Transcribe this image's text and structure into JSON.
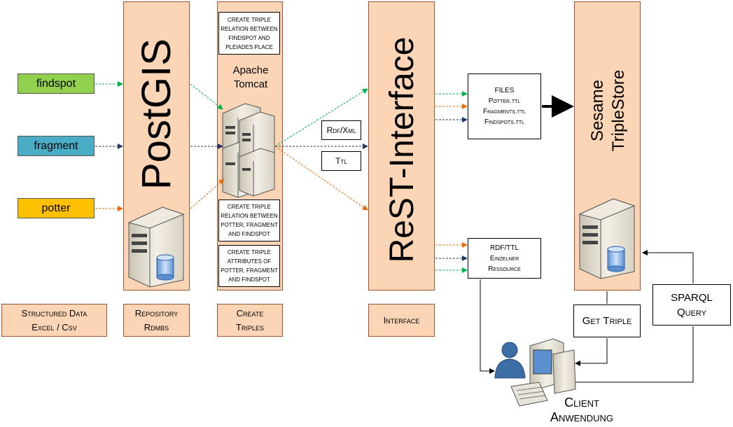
{
  "inputs": {
    "findspot": {
      "label": "findspot",
      "color": "#92d050"
    },
    "fragment": {
      "label": "fragment",
      "color": "#4bacc6"
    },
    "potter": {
      "label": "potter",
      "color": "#ffc000"
    }
  },
  "columns": {
    "postgis_title": "PostGIS",
    "rest_title": "ReST-Interface",
    "sesame_title_1": "Sesame",
    "sesame_title_2": "TripleStore",
    "tomcat_line1": "Apache",
    "tomcat_line2": "Tomcat"
  },
  "notes": {
    "pleiades": [
      "CREATE TRIPLE",
      "RELATION BETWEEN",
      "FINDSPOT AND",
      "PLEIADES PLACE"
    ],
    "relation": [
      "CREATE TRIPLE",
      "RELATION BETWEEN",
      "POTTER, FRAGMENT",
      "AND FINDSPOT"
    ],
    "attributes": [
      "CREATE TRIPLE",
      "ATTRIBUTES OF",
      "POTTER, FRAGMENT",
      "AND FINDSPOT"
    ]
  },
  "formats": {
    "rdfxml": "Rdf/Xml",
    "ttl": "Ttl"
  },
  "files_box": {
    "title": "FILES",
    "lines": [
      "Potter.ttl",
      "Fragments.ttl",
      "Findspots.ttl"
    ]
  },
  "rdf_box": {
    "lines": [
      "RDF/TTL",
      "Einzelner",
      "Ressource"
    ]
  },
  "bottom_labels": {
    "structured": [
      "Structured Data",
      "Excel / Csv"
    ],
    "repository": [
      "Repository",
      "Rdmbs"
    ],
    "create": [
      "Create",
      "Triples"
    ],
    "interface": [
      "Interface"
    ]
  },
  "side_boxes": {
    "get_triple": "Get Triple",
    "sparql": [
      "SPARQL",
      "Query"
    ]
  },
  "client": [
    "Client",
    "Anwendung"
  ],
  "colors": {
    "peach": "#fbd5b5",
    "green_arrow": "#00b050",
    "blue_arrow": "#1f3864",
    "orange_arrow": "#e46c0a"
  }
}
